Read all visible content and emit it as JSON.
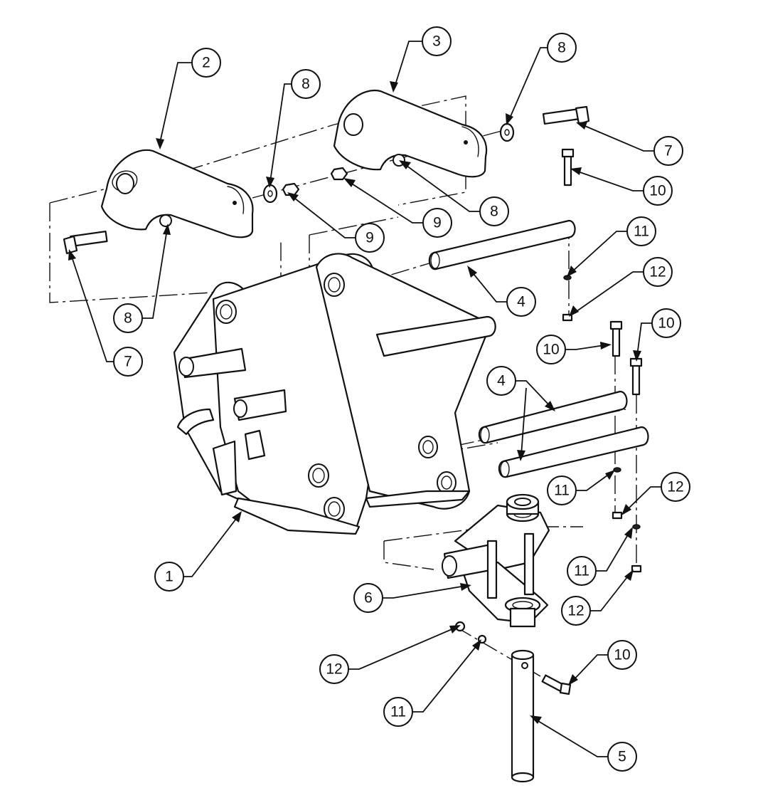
{
  "callouts": [
    {
      "id": "c2",
      "text": "2"
    },
    {
      "id": "c3",
      "text": "3"
    },
    {
      "id": "c8a",
      "text": "8"
    },
    {
      "id": "c8b",
      "text": "8"
    },
    {
      "id": "c8c",
      "text": "8"
    },
    {
      "id": "c8d",
      "text": "8"
    },
    {
      "id": "c7a",
      "text": "7"
    },
    {
      "id": "c7b",
      "text": "7"
    },
    {
      "id": "c9a",
      "text": "9"
    },
    {
      "id": "c9b",
      "text": "9"
    },
    {
      "id": "c10a",
      "text": "10"
    },
    {
      "id": "c10b",
      "text": "10"
    },
    {
      "id": "c10c",
      "text": "10"
    },
    {
      "id": "c10d",
      "text": "10"
    },
    {
      "id": "c11a",
      "text": "11"
    },
    {
      "id": "c11b",
      "text": "11"
    },
    {
      "id": "c11c",
      "text": "11"
    },
    {
      "id": "c11d",
      "text": "11"
    },
    {
      "id": "c12a",
      "text": "12"
    },
    {
      "id": "c12b",
      "text": "12"
    },
    {
      "id": "c12c",
      "text": "12"
    },
    {
      "id": "c12d",
      "text": "12"
    },
    {
      "id": "c4a",
      "text": "4"
    },
    {
      "id": "c4b",
      "text": "4"
    },
    {
      "id": "c1",
      "text": "1"
    },
    {
      "id": "c6",
      "text": "6"
    },
    {
      "id": "c5",
      "text": "5"
    }
  ]
}
